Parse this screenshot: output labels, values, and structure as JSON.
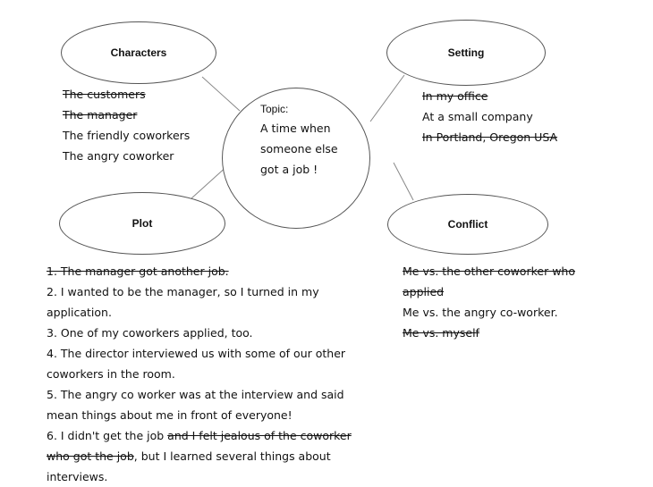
{
  "topic": {
    "heading": "Topic:",
    "lines": [
      "A time when",
      "someone else",
      "got a job !"
    ]
  },
  "characters": {
    "label": "Characters",
    "items": [
      {
        "text": "The customers",
        "struck": true
      },
      {
        "text": "The manager",
        "struck": true
      },
      {
        "text": "The friendly coworkers",
        "struck": false
      },
      {
        "text": "The angry coworker",
        "struck": false
      }
    ]
  },
  "setting": {
    "label": "Setting",
    "items": [
      {
        "text": "In my office",
        "struck": true
      },
      {
        "text": "At a small company",
        "struck": false
      },
      {
        "text": "In Portland, Oregon USA",
        "struck": true
      }
    ]
  },
  "plot": {
    "label": "Plot",
    "items": [
      [
        {
          "text": "1. The manager got another job.",
          "struck": true
        }
      ],
      [
        {
          "text": "2. I wanted to be the manager, so I turned in my application.",
          "struck": false
        }
      ],
      [
        {
          "text": "3. One of my coworkers applied, too.",
          "struck": false
        }
      ],
      [
        {
          "text": "4. The director interviewed us with some of our other coworkers in the room.",
          "struck": false
        }
      ],
      [
        {
          "text": "5. The angry co worker was at the interview and said mean things about me in front of everyone!",
          "struck": false
        }
      ],
      [
        {
          "text": "6. I didn't get the job ",
          "struck": false
        },
        {
          "text": "and I felt jealous of the coworker who got the job",
          "struck": true
        },
        {
          "text": ", but I learned several things about interviews.",
          "struck": false
        }
      ]
    ]
  },
  "conflict": {
    "label": "Conflict",
    "items": [
      {
        "text": "Me vs. the other coworker who applied",
        "struck": true
      },
      {
        "text": "Me vs. the angry co-worker.",
        "struck": false
      },
      {
        "text": "Me vs. myself",
        "struck": true
      }
    ]
  }
}
